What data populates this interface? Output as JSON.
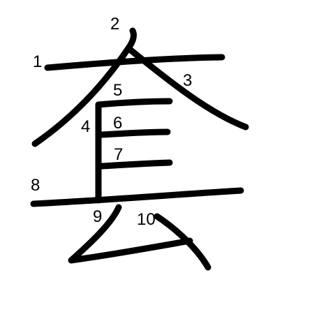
{
  "character": {
    "glyph": "套",
    "stroke_color": "#000000",
    "background_color": "#ffffff"
  },
  "strokes": [
    {
      "number": "1"
    },
    {
      "number": "2"
    },
    {
      "number": "3"
    },
    {
      "number": "4"
    },
    {
      "number": "5"
    },
    {
      "number": "6"
    },
    {
      "number": "7"
    },
    {
      "number": "8"
    },
    {
      "number": "9"
    },
    {
      "number": "10"
    }
  ]
}
